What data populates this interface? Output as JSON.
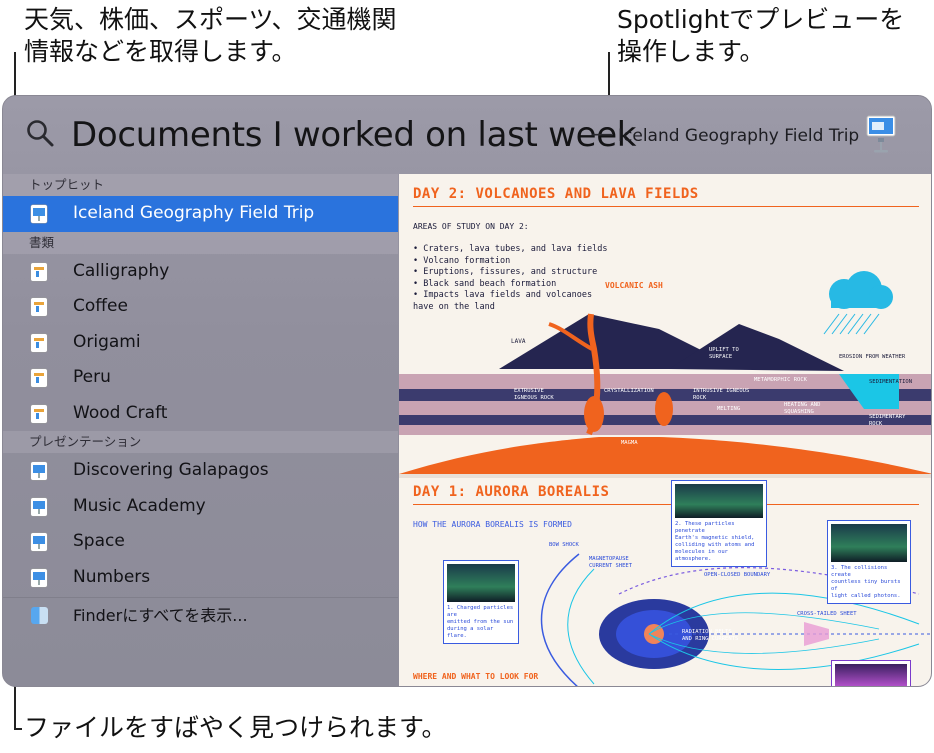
{
  "callouts": {
    "top_left": "天気、株価、スポーツ、交通機関\n情報などを取得します。",
    "top_right": "Spotlightでプレビューを\n操作します。",
    "bottom_left": "ファイルをすばやく見つけられます。"
  },
  "search": {
    "query": "Documents I worked on last week",
    "dash": "—",
    "preview_title": "Iceland Geography Field Trip",
    "icon": "magnifier-icon",
    "app_icon": "keynote-icon"
  },
  "sidebar": {
    "sections": [
      {
        "header": "トップヒット",
        "items": [
          {
            "label": "Iceland Geography Field Trip",
            "icon": "keynote-file-icon",
            "selected": true
          }
        ]
      },
      {
        "header": "書類",
        "items": [
          {
            "label": "Calligraphy",
            "icon": "pages-file-icon"
          },
          {
            "label": "Coffee",
            "icon": "pages-file-icon"
          },
          {
            "label": "Origami",
            "icon": "pages-file-icon"
          },
          {
            "label": "Peru",
            "icon": "pages-file-icon"
          },
          {
            "label": "Wood Craft",
            "icon": "pages-file-icon"
          }
        ]
      },
      {
        "header": "プレゼンテーション",
        "items": [
          {
            "label": "Discovering Galapagos",
            "icon": "keynote-file-icon"
          },
          {
            "label": "Music Academy",
            "icon": "keynote-file-icon"
          },
          {
            "label": "Space",
            "icon": "keynote-file-icon"
          },
          {
            "label": "Numbers",
            "icon": "keynote-file-icon"
          }
        ]
      }
    ],
    "finder_label": "Finderにすべてを表示..."
  },
  "preview": {
    "day2": {
      "title": "DAY 2: VOLCANOES AND LAVA FIELDS",
      "subtitle": "AREAS OF STUDY ON DAY 2:",
      "bullets": "• Craters, lava tubes, and lava fields\n• Volcano formation\n• Eruptions, fissures, and structure\n• Black sand beach formation\n• Impacts lava fields and volcanoes\n   have on the land",
      "labels": {
        "volcanic_ash": "VOLCANIC ASH",
        "lava": "LAVA",
        "uplift": "UPLIFT TO\nSURFACE",
        "erosion": "EROSION FROM WEATHER",
        "metamorphic": "METAMORPHIC ROCK",
        "sedimentation": "SEDIMENTATION",
        "extrusive": "EXTRUSIVE\nIGNEOUS ROCK",
        "crystallization": "CRYSTALLIZATION",
        "intrusive": "INTRUSIVE IGNEOUS\nROCK",
        "heating": "HEATING AND\nSQUASHING",
        "melting": "MELTING",
        "sedimentary": "SEDIMENTARY\nROCK",
        "magma": "MAGMA"
      }
    },
    "day1": {
      "title": "DAY 1: AURORA BOREALIS",
      "subtitle": "HOW THE AURORA BOREALIS IS FORMED",
      "bottom_heading": "WHERE AND WHAT TO LOOK FOR",
      "labels": {
        "bow_shock": "BOW SHOCK",
        "magnetopause": "MAGNETOPAUSE\nCURRENT SHEET",
        "open_closed": "OPEN-CLOSED BOUNDARY",
        "cross_tailed": "CROSS-TAILED SHEET",
        "radiation": "RADIATION BELTS\nAND RING CURRENTS"
      },
      "captions": {
        "one": "1. Charged particles are\nemitted from the sun\nduring a solar flare.",
        "two": "2. These particles penetrate\nEarth's magnetic shield,\ncolliding with atoms and\nmolecules in our atmosphere.",
        "three": "3. The collisions create\ncountless tiny bursts of\nlight called photons."
      }
    }
  }
}
